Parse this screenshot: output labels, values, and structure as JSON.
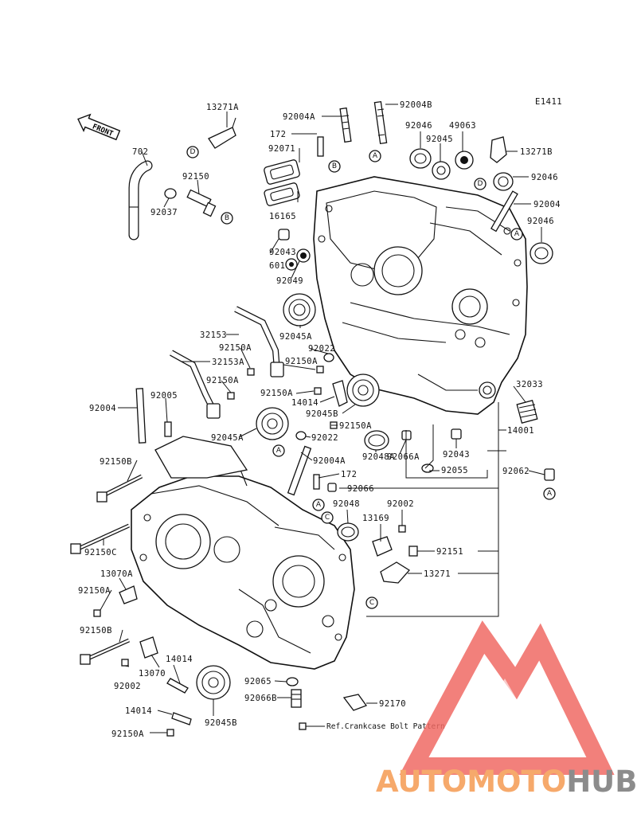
{
  "diagram": {
    "code": "E1411",
    "front_label": "FRONT",
    "note": "Ref.Crankcase Bolt Pattern"
  },
  "parts": [
    {
      "id": "p-13271A",
      "label": "13271A"
    },
    {
      "id": "p-702",
      "label": "702"
    },
    {
      "id": "p-92150-top",
      "label": "92150"
    },
    {
      "id": "p-92037",
      "label": "92037"
    },
    {
      "id": "p-92004A-top",
      "label": "92004A"
    },
    {
      "id": "p-92004B",
      "label": "92004B"
    },
    {
      "id": "p-172-top",
      "label": "172"
    },
    {
      "id": "p-92071",
      "label": "92071"
    },
    {
      "id": "p-16165",
      "label": "16165"
    },
    {
      "id": "p-92046-a",
      "label": "92046"
    },
    {
      "id": "p-49063",
      "label": "49063"
    },
    {
      "id": "p-92045",
      "label": "92045"
    },
    {
      "id": "p-13271B",
      "label": "13271B"
    },
    {
      "id": "p-92046-b",
      "label": "92046"
    },
    {
      "id": "p-92004-right",
      "label": "92004"
    },
    {
      "id": "p-92046-c",
      "label": "92046"
    },
    {
      "id": "p-92043-top",
      "label": "92043"
    },
    {
      "id": "p-601",
      "label": "601"
    },
    {
      "id": "p-92049",
      "label": "92049"
    },
    {
      "id": "p-92045A-top",
      "label": "92045A"
    },
    {
      "id": "p-32153",
      "label": "32153"
    },
    {
      "id": "p-92150A-1",
      "label": "92150A"
    },
    {
      "id": "p-32153A",
      "label": "32153A"
    },
    {
      "id": "p-92022-top",
      "label": "92022"
    },
    {
      "id": "p-92150A-2",
      "label": "92150A"
    },
    {
      "id": "p-92150A-3",
      "label": "92150A"
    },
    {
      "id": "p-92150A-4",
      "label": "92150A"
    },
    {
      "id": "p-14014-mid",
      "label": "14014"
    },
    {
      "id": "p-92045B-mid",
      "label": "92045B"
    },
    {
      "id": "p-92150A-5",
      "label": "92150A"
    },
    {
      "id": "p-92022-mid",
      "label": "92022"
    },
    {
      "id": "p-32033",
      "label": "32033"
    },
    {
      "id": "p-92004-left",
      "label": "92004"
    },
    {
      "id": "p-92005",
      "label": "92005"
    },
    {
      "id": "p-92045A-mid",
      "label": "92045A"
    },
    {
      "id": "p-92048A",
      "label": "92048A"
    },
    {
      "id": "p-92066A",
      "label": "92066A"
    },
    {
      "id": "p-92043-mid",
      "label": "92043"
    },
    {
      "id": "p-14001",
      "label": "14001"
    },
    {
      "id": "p-92055",
      "label": "92055"
    },
    {
      "id": "p-92062",
      "label": "92062"
    },
    {
      "id": "p-92004A-mid",
      "label": "92004A"
    },
    {
      "id": "p-172-mid",
      "label": "172"
    },
    {
      "id": "p-92150B-1",
      "label": "92150B"
    },
    {
      "id": "p-92066",
      "label": "92066"
    },
    {
      "id": "p-92048",
      "label": "92048"
    },
    {
      "id": "p-92002-right",
      "label": "92002"
    },
    {
      "id": "p-13169",
      "label": "13169"
    },
    {
      "id": "p-92150C",
      "label": "92150C"
    },
    {
      "id": "p-92151",
      "label": "92151"
    },
    {
      "id": "p-13070A",
      "label": "13070A"
    },
    {
      "id": "p-13271",
      "label": "13271"
    },
    {
      "id": "p-92150A-6",
      "label": "92150A"
    },
    {
      "id": "p-92150B-2",
      "label": "92150B"
    },
    {
      "id": "p-14014-low",
      "label": "14014"
    },
    {
      "id": "p-13070",
      "label": "13070"
    },
    {
      "id": "p-92002-left",
      "label": "92002"
    },
    {
      "id": "p-92065",
      "label": "92065"
    },
    {
      "id": "p-92066B",
      "label": "92066B"
    },
    {
      "id": "p-92170",
      "label": "92170"
    },
    {
      "id": "p-14014-bottom",
      "label": "14014"
    },
    {
      "id": "p-92045B-low",
      "label": "92045B"
    },
    {
      "id": "p-92150A-7",
      "label": "92150A"
    }
  ],
  "markers": [
    {
      "id": "m-D-1",
      "letter": "D"
    },
    {
      "id": "m-B-1",
      "letter": "B"
    },
    {
      "id": "m-B-2",
      "letter": "B"
    },
    {
      "id": "m-A-1",
      "letter": "A"
    },
    {
      "id": "m-D-2",
      "letter": "D"
    },
    {
      "id": "m-A-2",
      "letter": "A"
    },
    {
      "id": "m-A-3",
      "letter": "A"
    },
    {
      "id": "m-A-4",
      "letter": "A"
    },
    {
      "id": "m-C-1",
      "letter": "C"
    },
    {
      "id": "m-C-2",
      "letter": "C"
    },
    {
      "id": "m-A-5",
      "letter": "A"
    }
  ],
  "watermark": {
    "text_part1": "AUTOMOTO",
    "text_part2": "HUB",
    "color_orange": "#f6a96b",
    "color_red": "#f06a64",
    "color_grey": "#8c8c8c"
  }
}
